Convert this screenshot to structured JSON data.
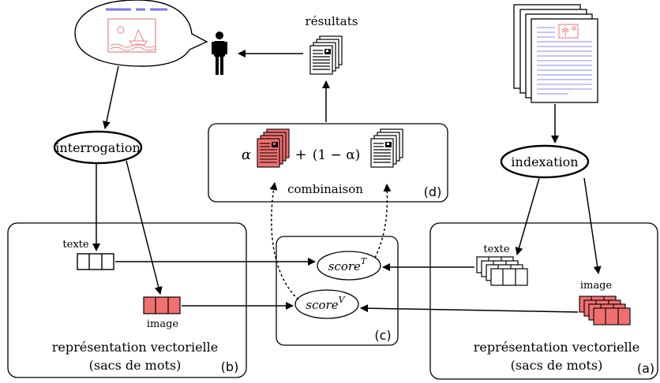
{
  "results_label": "résultats",
  "interrogation_label": "interrogation",
  "indexation_label": "indexation",
  "combination": {
    "alpha": "α",
    "plus": "+",
    "one_minus_alpha": "(1 − α)",
    "label": "combinaison",
    "tag": "(d)"
  },
  "query_panel": {
    "text_label": "texte",
    "image_label": "image",
    "title_line1": "représentation vectorielle",
    "title_line2": "(sacs de mots)",
    "tag": "(b)"
  },
  "collection_panel": {
    "text_label": "texte",
    "image_label": "image",
    "title_line1": "représentation vectorielle",
    "title_line2": "(sacs de mots)",
    "tag": "(a)"
  },
  "scores_panel": {
    "score_text": "score",
    "score_text_sup": "T",
    "score_visual": "score",
    "score_visual_sup": "V",
    "tag": "(c)"
  },
  "colors": {
    "image_fill": "#f07070",
    "image_stroke": "#c03030",
    "doc_lines": "#8a8af0",
    "bubble_art": "#f08080",
    "dash_blue": "#7878f0"
  }
}
